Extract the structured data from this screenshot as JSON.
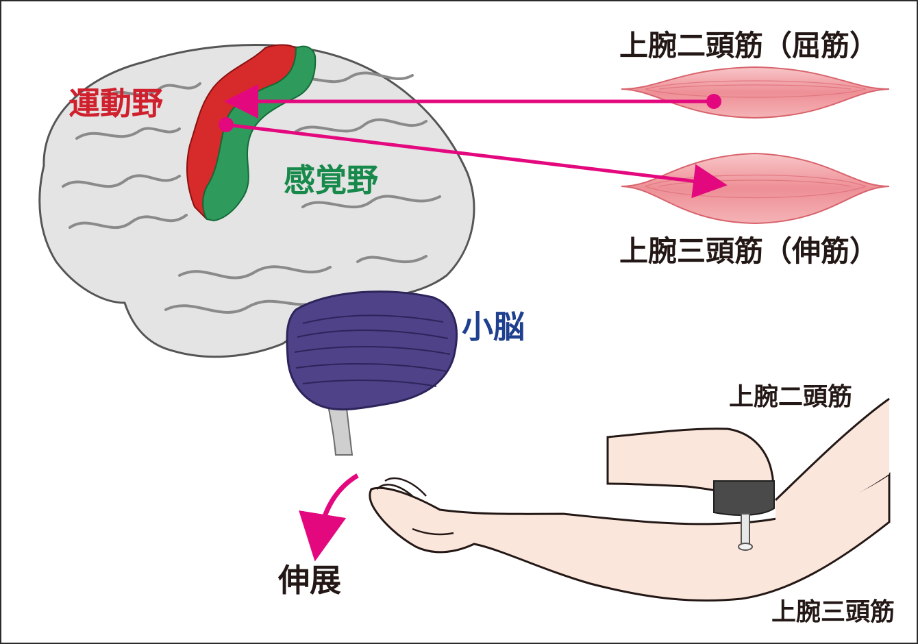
{
  "labels": {
    "motor_cortex": "運動野",
    "sensory_cortex": "感覚野",
    "cerebellum": "小脳",
    "biceps_flexor": "上腕二頭筋（屈筋）",
    "triceps_extensor": "上腕三頭筋（伸筋）",
    "extension": "伸展",
    "biceps_arm": "上腕二頭筋",
    "triceps_arm": "上腕三頭筋"
  },
  "colors": {
    "motor": "#d0202e",
    "sensory": "#17894a",
    "cerebellum": "#1f3f8f",
    "arrow": "#e4087e",
    "muscle": "#ef9aa0",
    "brain": "#e4e4e4",
    "skin": "#fbe6dc"
  },
  "icons": {
    "brain": "brain-illustration",
    "muscle": "muscle-illustration",
    "arm": "arm-illustration",
    "hammer": "reflex-hammer-icon"
  }
}
